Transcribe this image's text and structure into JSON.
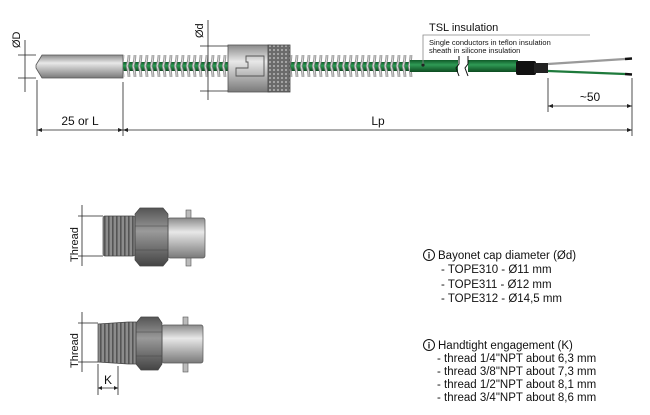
{
  "labels": {
    "diameter_D": "ØD",
    "diameter_d": "Ød",
    "length_tip": "25 or L",
    "length_probe": "Lp",
    "wire_length": "~50",
    "insulation_title": "TSL insulation",
    "insulation_line1": "Single conductors in teflon insulation",
    "insulation_line2": "sheath in silicone insulation",
    "thread_1": "Thread",
    "thread_2": "Thread",
    "engagement": "K"
  },
  "notes": [
    {
      "icon": "info-icon",
      "title": "Bayonet cap diameter (Ød)",
      "items": [
        "- TOPE310 - Ø11 mm",
        "- TOPE311 - Ø12 mm",
        "- TOPE312 - Ø14,5 mm"
      ]
    },
    {
      "icon": "info-icon",
      "title": "Handtight engagement (K)",
      "items": [
        "- thread 1/4\"NPT about 6,3 mm",
        "- thread 3/8\"NPT about 7,3 mm",
        "- thread 1/2\"NPT about 8,1 mm",
        "- thread 3/4\"NPT about 8,6 mm"
      ]
    }
  ],
  "colors": {
    "cable": "#1e7a3c",
    "metal": "#bdbdbd",
    "sleeve": "#111111",
    "grey_wire": "#9a9a9a"
  }
}
